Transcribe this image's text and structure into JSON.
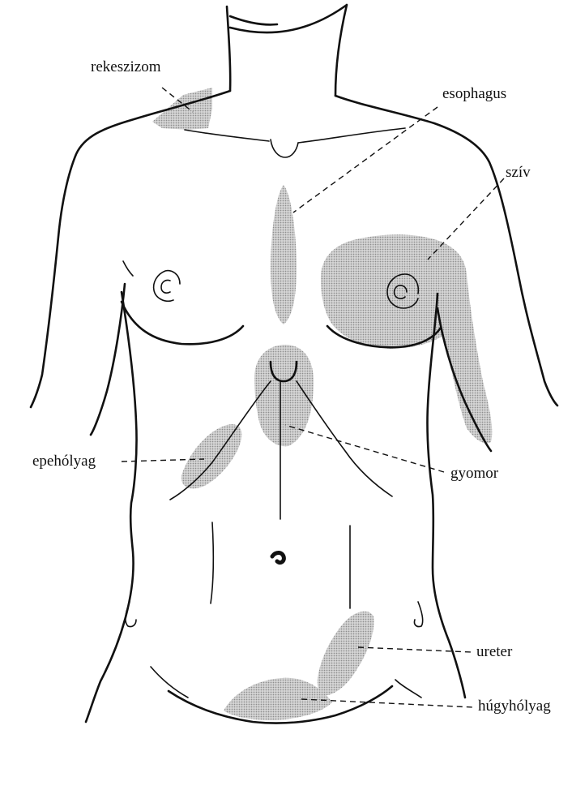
{
  "labels": {
    "rekeszizom": "rekeszizom",
    "esophagus": "esophagus",
    "sziv": "szív",
    "epeholyag": "epehólyag",
    "gyomor": "gyomor",
    "ureter": "ureter",
    "hugyholyag": "húgyhólyag"
  },
  "colors": {
    "outline": "#111111",
    "shading": "#9a9a9a",
    "shading_bg": "#d6d6d6"
  }
}
